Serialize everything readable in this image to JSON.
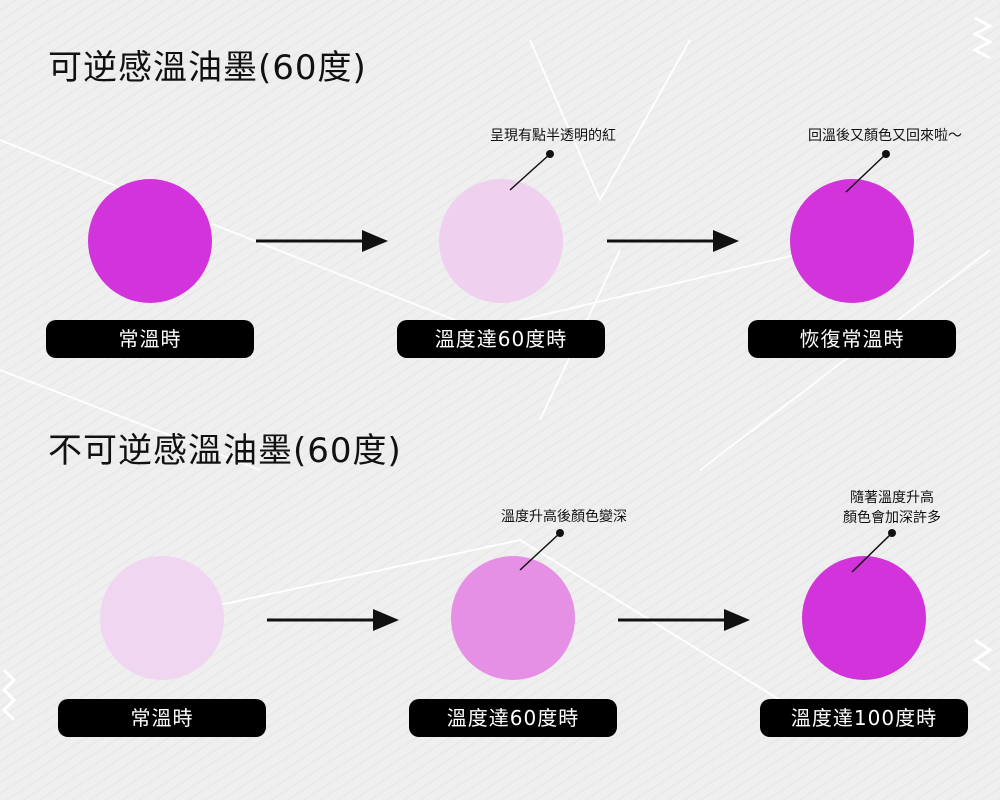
{
  "sections": [
    {
      "title": "可逆感溫油墨(60度)",
      "stages": [
        {
          "label": "常溫時",
          "color": "#d333da",
          "note": ""
        },
        {
          "label": "溫度達60度時",
          "color": "#efd0ef",
          "note": "呈現有點半透明的紅"
        },
        {
          "label": "恢復常溫時",
          "color": "#d333da",
          "note": "回溫後又顏色又回來啦～"
        }
      ]
    },
    {
      "title": "不可逆感溫油墨(60度)",
      "stages": [
        {
          "label": "常溫時",
          "color": "#f1d6f1",
          "note": ""
        },
        {
          "label": "溫度達60度時",
          "color": "#e58fe5",
          "note": "溫度升高後顏色變深"
        },
        {
          "label": "溫度達100度時",
          "color": "#d333da",
          "note_lines": [
            "隨著溫度升高",
            "顏色會加深許多"
          ]
        }
      ]
    }
  ],
  "colors": {
    "label_bg": "#000000",
    "label_text": "#ffffff",
    "arrow": "#111111"
  }
}
